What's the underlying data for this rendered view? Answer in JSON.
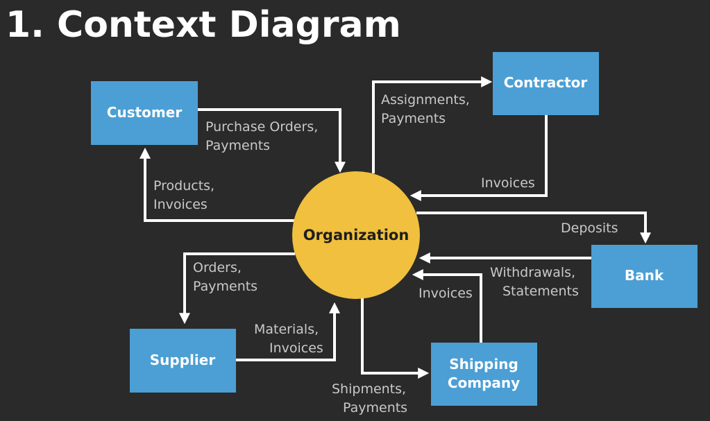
{
  "title": "1. Context Diagram",
  "center": "Organization",
  "entities": {
    "customer": [
      "Customer"
    ],
    "contractor": [
      "Contractor"
    ],
    "bank": [
      "Bank"
    ],
    "supplier": [
      "Supplier"
    ],
    "shipping": [
      "Shipping",
      "Company"
    ]
  },
  "flows": {
    "customer_to_org": [
      "Purchase Orders,",
      "Payments"
    ],
    "org_to_customer": [
      "Products,",
      "Invoices"
    ],
    "org_to_contractor": [
      "Assignments,",
      "Payments"
    ],
    "contractor_to_org": [
      "Invoices"
    ],
    "org_to_bank": [
      "Deposits"
    ],
    "bank_to_org": [
      "Withdrawals,",
      "Statements"
    ],
    "shipping_to_org": [
      "Invoices"
    ],
    "org_to_shipping": [
      "Shipments,",
      "Payments"
    ],
    "supplier_to_org": [
      "Materials,",
      "Invoices"
    ],
    "org_to_supplier": [
      "Orders,",
      "Payments"
    ]
  },
  "colors": {
    "background": "#2a2a2a",
    "entity": "#4b9fd5",
    "process": "#f0c03e",
    "arrow": "#ffffff",
    "label": "#c9c9c9"
  }
}
